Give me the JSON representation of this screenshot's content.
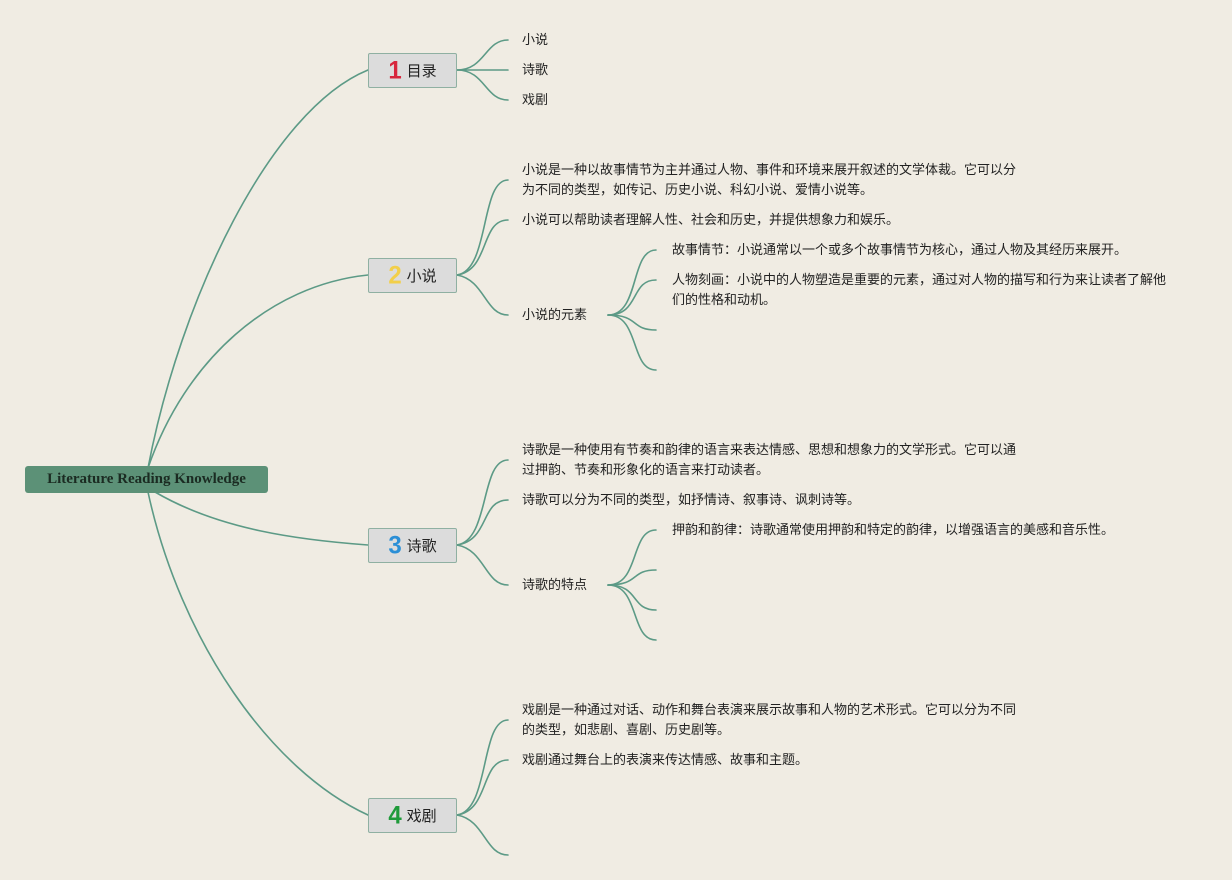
{
  "root": {
    "label": "Literature Reading Knowledge"
  },
  "colors": {
    "line": "#5c9a86",
    "root_bg": "#5c9177",
    "branch_bg": "#dcdcdc",
    "background": "#f0ece3"
  },
  "branches": [
    {
      "number": "1",
      "number_color": "#d7263d",
      "label": "目录",
      "children": [
        "小说",
        "诗歌",
        "戏剧"
      ]
    },
    {
      "number": "2",
      "number_color": "#f2cf4a",
      "label": "小说",
      "children": [
        "小说是一种以故事情节为主并通过人物、事件和环境来展开叙述的文学体裁。它可以分为不同的类型，如传记、历史小说、科幻小说、爱情小说等。",
        "小说可以帮助读者理解人性、社会和历史，并提供想象力和娱乐。"
      ],
      "sub": {
        "label": "小说的元素",
        "children": [
          "故事情节：小说通常以一个或多个故事情节为核心，通过人物及其经历来展开。",
          "人物刻画：小说中的人物塑造是重要的元素，通过对人物的描写和行为来让读者了解他们的性格和动机。"
        ]
      }
    },
    {
      "number": "3",
      "number_color": "#2b8fd6",
      "label": "诗歌",
      "children": [
        "诗歌是一种使用有节奏和韵律的语言来表达情感、思想和想象力的文学形式。它可以通过押韵、节奏和形象化的语言来打动读者。",
        "诗歌可以分为不同的类型，如抒情诗、叙事诗、讽刺诗等。"
      ],
      "sub": {
        "label": "诗歌的特点",
        "children": [
          "押韵和韵律：诗歌通常使用押韵和特定的韵律，以增强语言的美感和音乐性。"
        ]
      }
    },
    {
      "number": "4",
      "number_color": "#1f9a3a",
      "label": "戏剧",
      "children": [
        "戏剧是一种通过对话、动作和舞台表演来展示故事和人物的艺术形式。它可以分为不同的类型，如悲剧、喜剧、历史剧等。",
        "戏剧通过舞台上的表演来传达情感、故事和主题。"
      ]
    }
  ]
}
